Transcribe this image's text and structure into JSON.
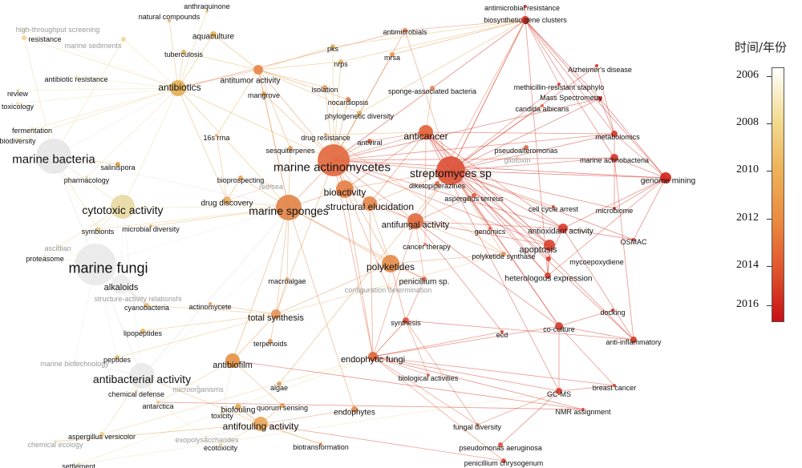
{
  "legend": {
    "title": "时间/年份",
    "ticks": [
      "2006",
      "2008",
      "2010",
      "2012",
      "2014",
      "2016"
    ],
    "colors": [
      "#ffffff",
      "#f2dc92",
      "#eeb259",
      "#eb8a40",
      "#e0542d",
      "#c80f16"
    ]
  },
  "nodes": [
    {
      "label": "anthraquinone",
      "color": "#e8c57a",
      "size": 2
    },
    {
      "label": "natural compounds",
      "color": "#e2bc6a",
      "size": 2
    },
    {
      "label": "antimicrobial resistance",
      "color": "#d43a2a",
      "size": 2
    },
    {
      "label": "biosynthetic gene clusters",
      "color": "#d32a1e",
      "size": 5
    },
    {
      "label": "high-throughput screening",
      "color": "#f3e8c8",
      "size": 2
    },
    {
      "label": "resistance",
      "color": "#efd493",
      "size": 3
    },
    {
      "label": "marine sediments",
      "color": "#f0d79c",
      "size": 3
    },
    {
      "label": "aquaculture",
      "color": "#e5b256",
      "size": 4
    },
    {
      "label": "antimicrobials",
      "color": "#e07a4c",
      "size": 3
    },
    {
      "label": "tuberculosis",
      "color": "#e6b461",
      "size": 3
    },
    {
      "label": "pks",
      "color": "#e9bd66",
      "size": 3
    },
    {
      "label": "nrps",
      "color": "#eab15a",
      "size": 3
    },
    {
      "label": "mrsa",
      "color": "#e89652",
      "size": 3
    },
    {
      "label": "antibiotic resistance",
      "color": "#f2e2a5",
      "size": 2
    },
    {
      "label": "antitumor activity",
      "color": "#e8874b",
      "size": 6
    },
    {
      "label": "antibiotics",
      "color": "#e5b058",
      "size": 10
    },
    {
      "label": "Alzheimer's disease",
      "color": "#d63326",
      "size": 2
    },
    {
      "label": "review",
      "color": "#f0dfa6",
      "size": 2
    },
    {
      "label": "isolation",
      "color": "#e8a05a",
      "size": 3
    },
    {
      "label": "sponge-associated bacteria",
      "color": "#e68856",
      "size": 3
    },
    {
      "label": "methicillin-resistant staphylo",
      "color": "#d8473a",
      "size": 2
    },
    {
      "label": "mangrove",
      "color": "#e39e57",
      "size": 3
    },
    {
      "label": "Mass Spectrometry",
      "color": "#d43125",
      "size": 3
    },
    {
      "label": "toxicology",
      "color": "#f2e3b0",
      "size": 2
    },
    {
      "label": "nocardiopsis",
      "color": "#e58c4d",
      "size": 3
    },
    {
      "label": "candida albicans",
      "color": "#de643d",
      "size": 2
    },
    {
      "label": "phylogenetic diversity",
      "color": "#e7b05d",
      "size": 3
    },
    {
      "label": "fermentation",
      "color": "#efd79a",
      "size": 2
    },
    {
      "label": "16s rrna",
      "color": "#eab363",
      "size": 2
    },
    {
      "label": "drug resistance",
      "color": "#e7a05c",
      "size": 2
    },
    {
      "label": "anticancer",
      "color": "#e2623a",
      "size": 9
    },
    {
      "label": "metabolomics",
      "color": "#d63b2b",
      "size": 4
    },
    {
      "label": "biodiversity",
      "color": "#efd7a0",
      "size": 2
    },
    {
      "label": "antiviral",
      "color": "#e0704a",
      "size": 3
    },
    {
      "label": "pseudoalteromonas",
      "color": "#e06a44",
      "size": 3
    },
    {
      "label": "sesquiterpenes",
      "color": "#e49c5a",
      "size": 3
    },
    {
      "label": "marine bacteria",
      "color": "#e6e6e6",
      "size": 22
    },
    {
      "label": "gliotoxin",
      "color": "#f0c9b8",
      "size": 2
    },
    {
      "label": "marine actinobacteria",
      "color": "#d63a2a",
      "size": 5
    },
    {
      "label": "marine actinomycetes",
      "color": "#e2693f",
      "size": 20
    },
    {
      "label": "streptomyces sp",
      "color": "#dc5338",
      "size": 18
    },
    {
      "label": "salinispora",
      "color": "#e1a04c",
      "size": 3
    },
    {
      "label": "genome mining",
      "color": "#d2261c",
      "size": 7
    },
    {
      "label": "pharmacology",
      "color": "#efd9a8",
      "size": 2
    },
    {
      "label": "bioprospecting",
      "color": "#e5a55a",
      "size": 3
    },
    {
      "label": "red sea",
      "color": "#eac1b0",
      "size": 2
    },
    {
      "label": "diketopiperazines",
      "color": "#e56e47",
      "size": 3
    },
    {
      "label": "bioactivity",
      "color": "#e58146",
      "size": 11
    },
    {
      "label": "aspergillus terreus",
      "color": "#e05c3b",
      "size": 3
    },
    {
      "label": "drug discovery",
      "color": "#eab063",
      "size": 5
    },
    {
      "label": "marine sponges",
      "color": "#e28449",
      "size": 16
    },
    {
      "label": "structural elucidation",
      "color": "#e4884d",
      "size": 9
    },
    {
      "label": "cell cycle arrest",
      "color": "#de5c39",
      "size": 2
    },
    {
      "label": "microbiome",
      "color": "#d63c2b",
      "size": 2
    },
    {
      "label": "cytotoxic activity",
      "color": "#e8d9a4",
      "size": 15
    },
    {
      "label": "antifungal activity",
      "color": "#e16c41",
      "size": 10
    },
    {
      "label": "antioxidant activity",
      "color": "#d93d2c",
      "size": 6
    },
    {
      "label": "symbionts",
      "color": "#eecf92",
      "size": 3
    },
    {
      "label": "microbial diversity",
      "color": "#eab565",
      "size": 2
    },
    {
      "label": "genomics",
      "color": "#de5b3a",
      "size": 2
    },
    {
      "label": "OSMAC",
      "color": "#d5301f",
      "size": 2
    },
    {
      "label": "cancer therapy",
      "color": "#e27654",
      "size": 2
    },
    {
      "label": "apoptosis",
      "color": "#da4431",
      "size": 7
    },
    {
      "label": "ascidian",
      "color": "#f0e0b8",
      "size": 2
    },
    {
      "label": "polyketide synthase",
      "color": "#e49153",
      "size": 3
    },
    {
      "label": "proteasome",
      "color": "#f2e4bb",
      "size": 2
    },
    {
      "label": "mycoepoxydiene",
      "color": "#d8402f",
      "size": 3
    },
    {
      "label": "marine fungi",
      "color": "#e9e9e9",
      "size": 26
    },
    {
      "label": "polyketides",
      "color": "#e48e4b",
      "size": 11
    },
    {
      "label": "heterologous expression",
      "color": "#d7412e",
      "size": 4
    },
    {
      "label": "penicillium sp.",
      "color": "#e67e4f",
      "size": 3
    },
    {
      "label": "macroalgae",
      "color": "#e8a05c",
      "size": 2
    },
    {
      "label": "alkaloids",
      "color": "#ededed",
      "size": 12
    },
    {
      "label": "configuration determination",
      "color": "#ebc2a8",
      "size": 2
    },
    {
      "label": "structure-activity relationshi",
      "color": "#ececec",
      "size": 2
    },
    {
      "label": "cyanobacteria",
      "color": "#e9b766",
      "size": 3
    },
    {
      "label": "actinomycete",
      "color": "#e49e5a",
      "size": 2
    },
    {
      "label": "docking",
      "color": "#d84431",
      "size": 2
    },
    {
      "label": "total synthesis",
      "color": "#e7955b",
      "size": 6
    },
    {
      "label": "synthesis",
      "color": "#de583a",
      "size": 4
    },
    {
      "label": "lipopeptides",
      "color": "#e9b566",
      "size": 3
    },
    {
      "label": "co-culture",
      "color": "#d6402e",
      "size": 5
    },
    {
      "label": "ecd",
      "color": "#d84531",
      "size": 2
    },
    {
      "label": "anti-inflammatory",
      "color": "#d73b2a",
      "size": 4
    },
    {
      "label": "terpenoids",
      "color": "#e79856",
      "size": 3
    },
    {
      "label": "marine biotechnology",
      "color": "#efe8e0",
      "size": 2
    },
    {
      "label": "endophytic fungi",
      "color": "#e1693f",
      "size": 6
    },
    {
      "label": "peptides",
      "color": "#ecc378",
      "size": 3
    },
    {
      "label": "antibiofilm",
      "color": "#e69245",
      "size": 9
    },
    {
      "label": "antibacterial activity",
      "color": "#e9e9e9",
      "size": 16
    },
    {
      "label": "biological activities",
      "color": "#e36d4f",
      "size": 2
    },
    {
      "label": "breast cancer",
      "color": "#d84332",
      "size": 2
    },
    {
      "label": "chemical defense",
      "color": "#f0dcb0",
      "size": 2
    },
    {
      "label": "microorganisms",
      "color": "#efe6dc",
      "size": 2
    },
    {
      "label": "algae",
      "color": "#e69b56",
      "size": 3
    },
    {
      "label": "GC-MS",
      "color": "#d63e2c",
      "size": 4
    },
    {
      "label": "antarctica",
      "color": "#ebc886",
      "size": 2
    },
    {
      "label": "toxicity",
      "color": "#efddbb",
      "size": 2
    },
    {
      "label": "biofouling",
      "color": "#e8a95c",
      "size": 4
    },
    {
      "label": "quorum sensing",
      "color": "#e7994f",
      "size": 3
    },
    {
      "label": "endophytes",
      "color": "#e58b4d",
      "size": 4
    },
    {
      "label": "NMR assignment",
      "color": "#d63f2c",
      "size": 2
    },
    {
      "label": "antifouling activity",
      "color": "#e9a85d",
      "size": 9
    },
    {
      "label": "fungal diversity",
      "color": "#e06740",
      "size": 2
    },
    {
      "label": "aspergillus versicolor",
      "color": "#eacc8e",
      "size": 3
    },
    {
      "label": "exopolysaccharides",
      "color": "#efdfc6",
      "size": 2
    },
    {
      "label": "chemical ecology",
      "color": "#f1e7c6",
      "size": 2
    },
    {
      "label": "ecotoxicity",
      "color": "#ebc887",
      "size": 2
    },
    {
      "label": "biotransformation",
      "color": "#e4965a",
      "size": 2
    },
    {
      "label": "pseudomonas aeruginosa",
      "color": "#dc523a",
      "size": 3
    },
    {
      "label": "settlement",
      "color": "#efe0b5",
      "size": 2
    },
    {
      "label": "penicillium chrysogenum",
      "color": "#dc5037",
      "size": 3
    }
  ]
}
